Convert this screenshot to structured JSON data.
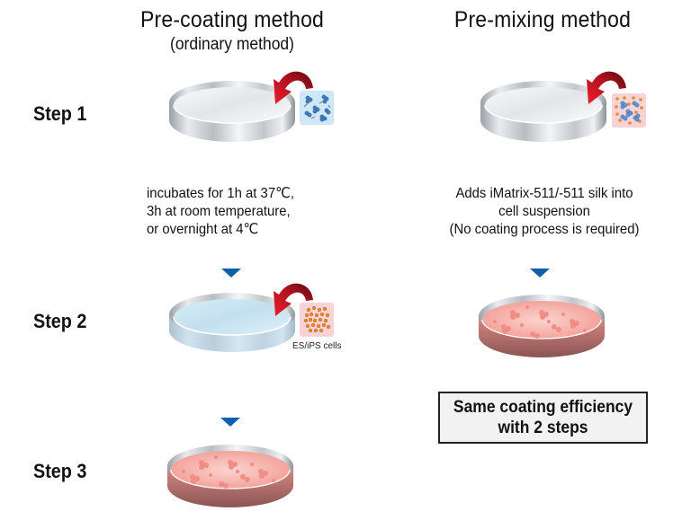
{
  "columns": {
    "left": {
      "title": "Pre-coating method",
      "subtitle": "(ordinary method)",
      "description": [
        "incubates for 1h at 37℃,",
        "3h at room temperature,",
        "or overnight at 4℃"
      ],
      "cells_label": "ES/iPS cells"
    },
    "right": {
      "title": "Pre-mixing method",
      "description": [
        "Adds iMatrix-511/-511  silk into",
        "cell suspension",
        "(No coating process is required)"
      ],
      "summary": [
        "Same coating efficiency",
        "with 2 steps"
      ]
    }
  },
  "steps": [
    {
      "label": "Step 1"
    },
    {
      "label": "Step 2"
    },
    {
      "label": "Step 3"
    }
  ],
  "colors": {
    "arrow_blue": "#0d5fae",
    "curved_arrow_red": "#e8192c",
    "curved_arrow_dark": "#6b0f14",
    "matrix_box_blue": "#cfe8f7",
    "cells_box_pink": "#f8d3d6",
    "culture_pink": "#f2a39b",
    "summary_bg": "#f2f2f2"
  }
}
